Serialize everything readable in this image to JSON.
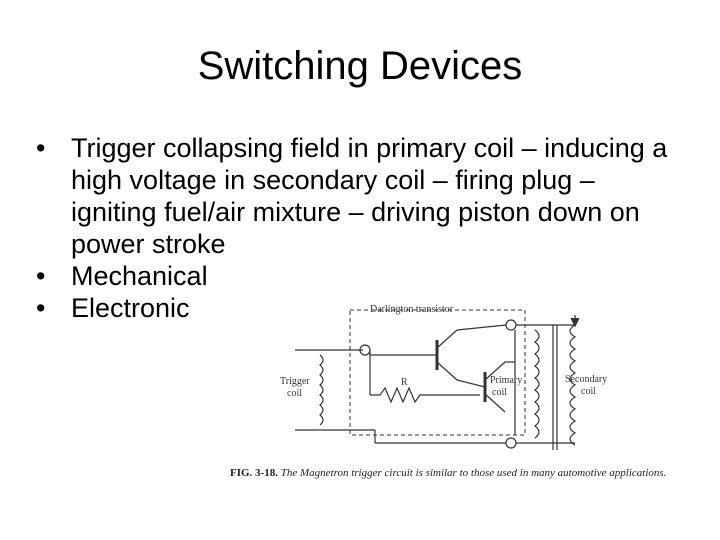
{
  "slide": {
    "title": "Switching Devices",
    "bullets": [
      "Trigger collapsing field in primary coil – inducing a high voltage in secondary coil – firing plug – igniting fuel/air mixture – driving piston down on power stroke",
      "Mechanical",
      "Electronic"
    ]
  },
  "figure": {
    "labels": {
      "darlington": "Darlington transistor",
      "trigger_1": "Trigger",
      "trigger_2": "coil",
      "resistor": "R",
      "primary_1": "Primary",
      "primary_2": "coil",
      "secondary_1": "Secondary",
      "secondary_2": "coil"
    },
    "caption_number": "FIG. 3-18.",
    "caption_text": "The Magnetron trigger circuit is similar to those used in many automotive applications."
  }
}
